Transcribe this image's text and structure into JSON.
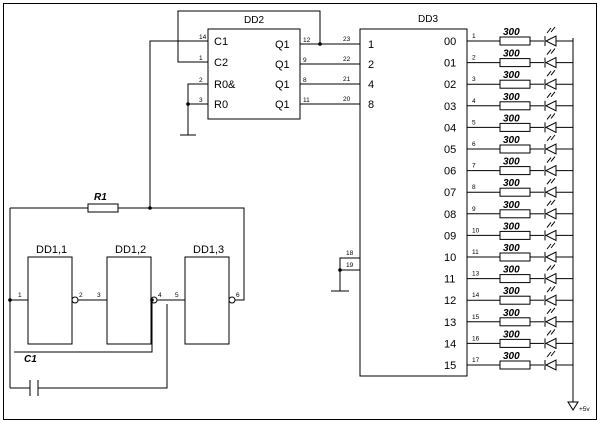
{
  "dd2": {
    "name": "DD2",
    "left_pins": [
      {
        "num": "14",
        "label": "C1"
      },
      {
        "num": "1",
        "label": "C2"
      },
      {
        "num": "2",
        "label": "R0&"
      },
      {
        "num": "3",
        "label": "R0"
      }
    ],
    "right_pins": [
      {
        "num": "12",
        "label": "Q1"
      },
      {
        "num": "9",
        "label": "Q1"
      },
      {
        "num": "8",
        "label": "Q1"
      },
      {
        "num": "11",
        "label": "Q1"
      }
    ]
  },
  "dd3": {
    "name": "DD3",
    "inputs": [
      {
        "num": "23",
        "label": "1"
      },
      {
        "num": "22",
        "label": "2"
      },
      {
        "num": "21",
        "label": "4"
      },
      {
        "num": "20",
        "label": "8"
      }
    ],
    "extra_pins": [
      "18",
      "19"
    ],
    "outputs": [
      {
        "num": "1",
        "label": "00"
      },
      {
        "num": "2",
        "label": "01"
      },
      {
        "num": "3",
        "label": "02"
      },
      {
        "num": "4",
        "label": "03"
      },
      {
        "num": "5",
        "label": "04"
      },
      {
        "num": "6",
        "label": "05"
      },
      {
        "num": "7",
        "label": "06"
      },
      {
        "num": "8",
        "label": "07"
      },
      {
        "num": "9",
        "label": "08"
      },
      {
        "num": "10",
        "label": "09"
      },
      {
        "num": "11",
        "label": "10"
      },
      {
        "num": "13",
        "label": "11"
      },
      {
        "num": "14",
        "label": "12"
      },
      {
        "num": "15",
        "label": "13"
      },
      {
        "num": "16",
        "label": "14"
      },
      {
        "num": "17",
        "label": "15"
      }
    ]
  },
  "resistor_value": "300",
  "gates": [
    {
      "name": "DD1,1",
      "in": "1",
      "out": "2"
    },
    {
      "name": "DD1,2",
      "in": "3",
      "out": "4"
    },
    {
      "name": "DD1,3",
      "in": "5",
      "out": "6"
    }
  ],
  "r1": "R1",
  "c1": "C1",
  "supply": "+5v"
}
